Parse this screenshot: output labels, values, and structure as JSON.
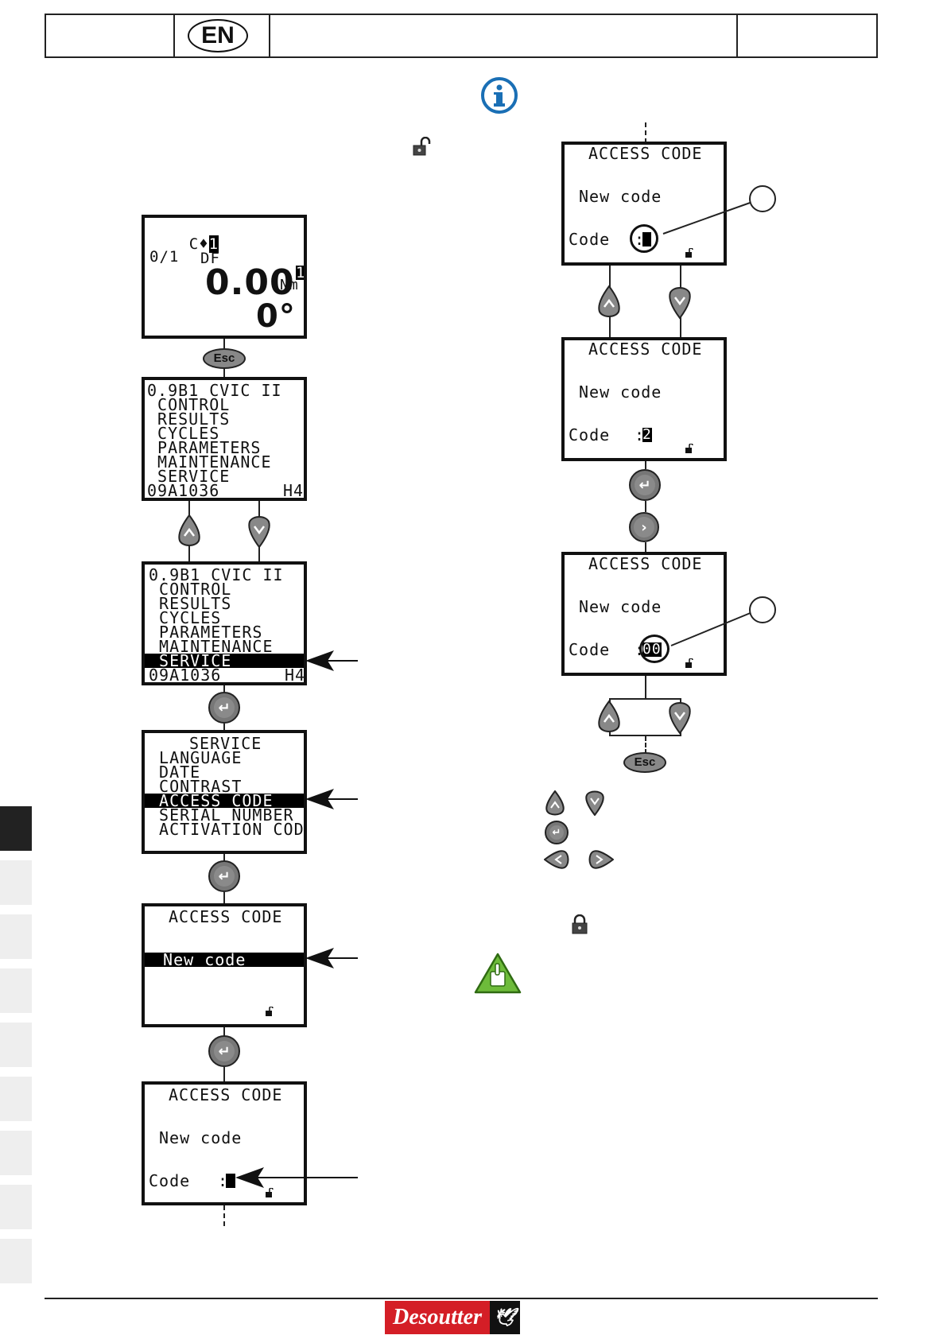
{
  "header": {
    "language": "EN"
  },
  "screens": {
    "s1": {
      "row1_left": "C♦",
      "row1_num": "1",
      "row1_mid": "DF",
      "row1_right": "1",
      "fraction": "0/1",
      "torque": "0.00",
      "unit": "Nm",
      "angle": "0°"
    },
    "s2": {
      "lines": [
        "0.9B1 CVIC II",
        " CONTROL",
        " RESULTS",
        " CYCLES",
        " PARAMETERS",
        " MAINTENANCE",
        " SERVICE"
      ],
      "footer_left": "09A1036",
      "footer_right": "H4"
    },
    "s3": {
      "lines": [
        "0.9B1 CVIC II",
        " CONTROL",
        " RESULTS",
        " CYCLES",
        " PARAMETERS",
        " MAINTENANCE",
        " SERVICE"
      ],
      "footer_left": "09A1036",
      "footer_right": "H4"
    },
    "s4": {
      "title": "SERVICE",
      "items": [
        " LANGUAGE",
        " DATE",
        " CONTRAST",
        " ACCESS CODE",
        " SERIAL NUMBER",
        " ACTIVATION CODE"
      ]
    },
    "s5": {
      "title": "ACCESS CODE",
      "item": " New code"
    },
    "s6": {
      "title": "ACCESS CODE",
      "new_code": "New code",
      "code_label": "Code",
      "code_value": ":"
    },
    "r1": {
      "title": "ACCESS CODE",
      "new_code": "New code",
      "code_label": "Code",
      "code_value": ":"
    },
    "r2": {
      "title": "ACCESS CODE",
      "new_code": "New code",
      "code_label": "Code",
      "code_value": ":",
      "digit": "2"
    },
    "r3": {
      "title": "ACCESS CODE",
      "new_code": "New code",
      "code_label": "Code",
      "code_value": ":",
      "digit": "00"
    }
  },
  "buttons": {
    "esc": "Esc"
  },
  "brand": {
    "name": "Desoutter"
  },
  "colors": {
    "info_blue": "#1a6fb5",
    "brand_red": "#d41e26",
    "tip_green": "#6dbb3a"
  }
}
